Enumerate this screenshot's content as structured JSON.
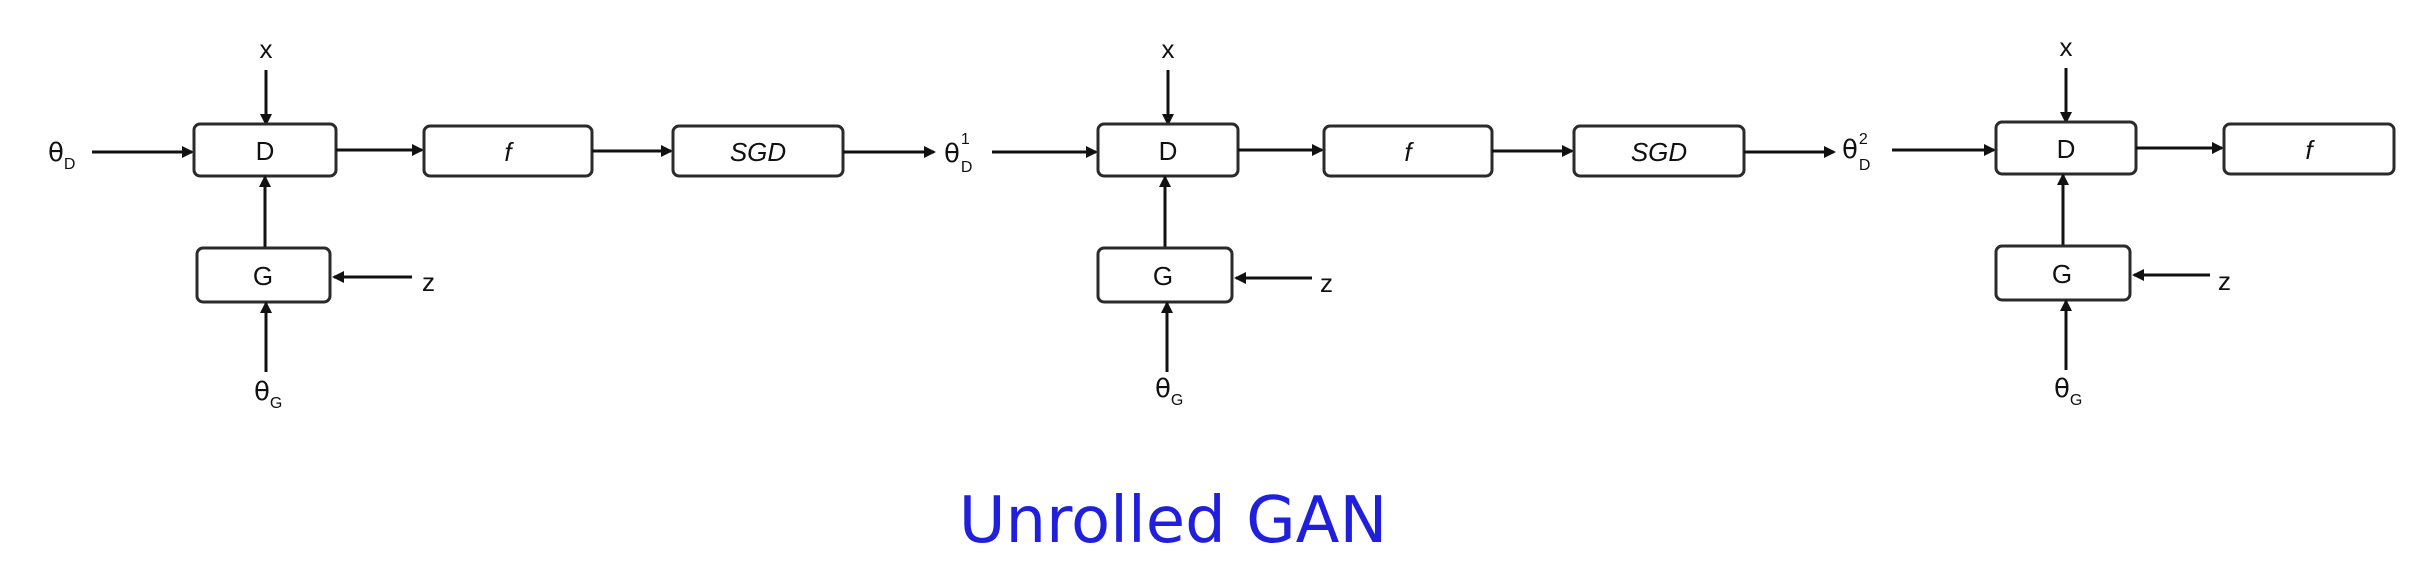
{
  "diagram": {
    "stages": [
      {
        "input_theta_d": {
          "symbol": "θ",
          "subscript": "D",
          "superscript": ""
        },
        "x_label": "x",
        "d_label": "D",
        "f_label": "f",
        "sgd_label": "SGD",
        "g_label": "G",
        "z_label": "z",
        "theta_g": {
          "symbol": "θ",
          "subscript": "G"
        }
      },
      {
        "input_theta_d": {
          "symbol": "θ",
          "subscript": "D",
          "superscript": "1"
        },
        "x_label": "x",
        "d_label": "D",
        "f_label": "f",
        "sgd_label": "SGD",
        "g_label": "G",
        "z_label": "z",
        "theta_g": {
          "symbol": "θ",
          "subscript": "G"
        }
      },
      {
        "input_theta_d": {
          "symbol": "θ",
          "subscript": "D",
          "superscript": "2"
        },
        "x_label": "x",
        "d_label": "D",
        "f_label": "f",
        "sgd_label": "",
        "g_label": "G",
        "z_label": "z",
        "theta_g": {
          "symbol": "θ",
          "subscript": "G"
        }
      }
    ],
    "caption": "Unrolled GAN",
    "caption_color": "#1f1fdc"
  }
}
